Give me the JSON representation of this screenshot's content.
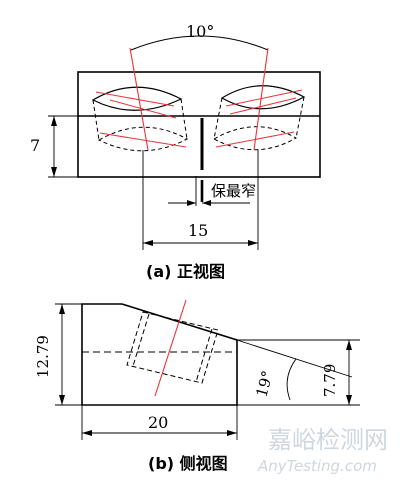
{
  "front_view": {
    "angle_label": "10°",
    "height_label": "7",
    "notch_label": "保最窄",
    "width_label": "15",
    "caption": "(a) 正视图"
  },
  "side_view": {
    "height_label": "12.79",
    "width_label": "20",
    "right_height_label": "7.79",
    "angle_label": "19°",
    "caption": "(b) 侧视图"
  },
  "watermark": {
    "text_cn": "嘉峪检测网",
    "text_en": "AnyTesting.com"
  },
  "colors": {
    "line": "#000000",
    "construction": "#e8343c",
    "watermark": "#c9d3dc"
  }
}
